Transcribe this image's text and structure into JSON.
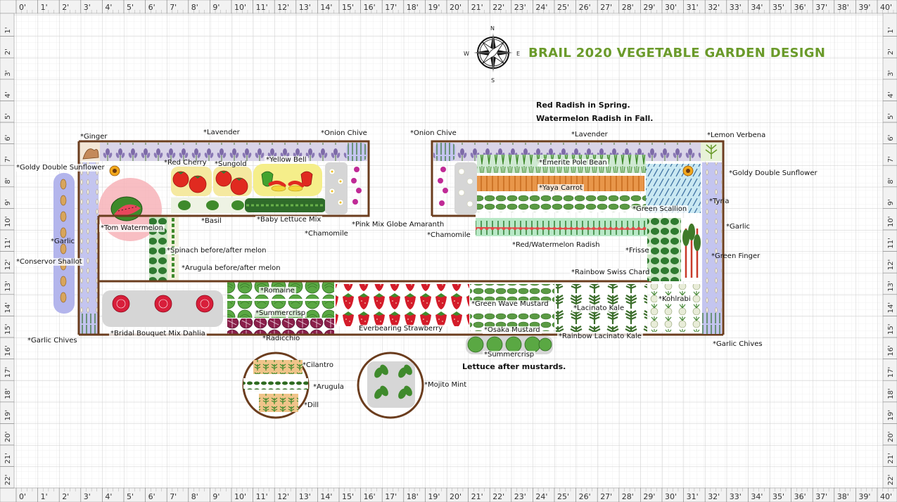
{
  "title": "BRAIL 2020 VEGETABLE GARDEN DESIGN",
  "compass": {
    "n": "N",
    "s": "S",
    "e": "E",
    "w": "W"
  },
  "ruler": {
    "x_labels": [
      "0'",
      "1'",
      "2'",
      "3'",
      "4'",
      "5'",
      "6'",
      "7'",
      "8'",
      "9'",
      "10'",
      "11'",
      "12'",
      "13'",
      "14'",
      "15'",
      "16'",
      "17'",
      "18'",
      "19'",
      "20'",
      "21'",
      "22'",
      "23'",
      "24'",
      "25'",
      "26'",
      "27'",
      "28'",
      "29'",
      "30'",
      "31'",
      "32'",
      "33'",
      "34'",
      "35'",
      "36'",
      "37'",
      "38'",
      "39'",
      "40'"
    ],
    "y_labels": [
      "1'",
      "2'",
      "3'",
      "4'",
      "5'",
      "6'",
      "7'",
      "8'",
      "9'",
      "10'",
      "11'",
      "12'",
      "13'",
      "14'",
      "15'",
      "16'",
      "17'",
      "18'",
      "19'",
      "20'",
      "21'",
      "22'"
    ]
  },
  "notes": {
    "radish_spring": "Red Radish in Spring.",
    "radish_fall": "Watermelon Radish in Fall.",
    "lettuce_after": "Lettuce after mustards."
  },
  "plants": {
    "ginger": "*Ginger",
    "lavender_left": "*Lavender",
    "onion_chive_left": "*Onion Chive",
    "onion_chive_right": "*Onion Chive",
    "lavender_right": "*Lavender",
    "lemon_verbena": "*Lemon Verbena",
    "goldy_left": "*Goldy Double Sunflower",
    "red_cherry": "*Red Cherry",
    "sungold": "*Sungold",
    "yellow_bell": "*Yellow Bell",
    "emerite": "*Emerite Pole Bean",
    "goldy_right": "*Goldy Double Sunflower",
    "yaya_carrot": "*Yaya Carrot",
    "tyria": "*Tyria",
    "green_scallion": "*Green Scallion",
    "garlic_left": "*Garlic",
    "tom_watermelon": "*Tom Watermelon",
    "basil": "*Basil",
    "baby_lettuce": "*Baby Lettuce Mix",
    "pink_globe": "*Pink Mix Globe Amaranth",
    "chamomile_left": "*Chamomile",
    "chamomile_right": "*Chamomile",
    "garlic_right": "*Garlic",
    "red_watermelon_radish": "*Red/Watermelon Radish",
    "frisse": "*Frisse",
    "spinach": "*Spinach before/after melon",
    "green_finger": "*Green Finger",
    "conservor_shallot": "*Conservor Shallot",
    "arugula_melon": "*Arugula before/after melon",
    "rainbow_chard": "*Rainbow Swiss Chard",
    "romaine": "*Romaine",
    "kohlrabi": "*Kohlrabi",
    "green_wave": "*Green Wave Mustard",
    "lacinato": "*Lacinato Kale",
    "summercrisp_top": "*Summercrisp",
    "strawberry": "Everbearing Strawberry",
    "osaka": "*Osaka Mustard",
    "bridal_dahlia": "*Bridal Bouquet Mix Dahlia",
    "rainbow_lacinato": "*Rainbow Lacinato Kale",
    "garlic_chives_left": "*Garlic Chives",
    "radicchio": "*Radicchio",
    "garlic_chives_right": "*Garlic Chives",
    "summercrisp_bottom": "*Summercrisp",
    "cilantro": "*Cilantro",
    "arugula_pot": "*Arugula",
    "mojito_mint": "*Mojito Mint",
    "dill": "*Dill"
  },
  "colors": {
    "title": "#6a9a2a",
    "bed_border": "#6b3d1e",
    "grid_minor": "#e4e4e4",
    "grid_major": "#c8c8c8",
    "lavender": "#7d6aa8",
    "garlic_band": "#aeb0e8",
    "tomato": "#e02a20",
    "strawberry": "#d41c2a",
    "leaf": "#3f8a2c"
  }
}
